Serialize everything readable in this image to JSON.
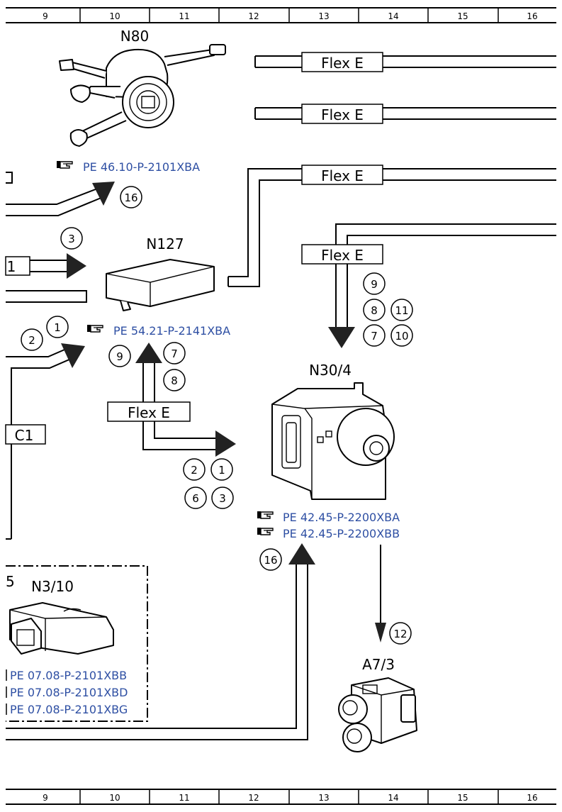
{
  "ruler": {
    "top": [
      "9",
      "10",
      "11",
      "12",
      "13",
      "14",
      "15",
      "16"
    ],
    "bottom": [
      "9",
      "10",
      "11",
      "12",
      "13",
      "14",
      "15",
      "16"
    ]
  },
  "components": {
    "n80": "N80",
    "n127": "N127",
    "n30_4": "N30/4",
    "n3_10": "N3/10",
    "a7_3": "A7/3"
  },
  "partial_labels": {
    "left_1": "1",
    "left_c1": "C1",
    "left_5": "5"
  },
  "flex_labels": {
    "flex1": "Flex E",
    "flex2": "Flex E",
    "flex3": "Flex E",
    "flex4": "Flex E",
    "flex5": "Flex E"
  },
  "refs": {
    "n80": "PE 46.10-P-2101XBA",
    "n127": "PE 54.21-P-2141XBA",
    "n30_4_a": "PE 42.45-P-2200XBA",
    "n30_4_b": "PE 42.45-P-2200XBB",
    "n3_10_a": "PE 07.08-P-2101XBB",
    "n3_10_b": "PE 07.08-P-2101XBD",
    "n3_10_c": "PE 07.08-P-2101XBG"
  },
  "numbers": {
    "c16_top": "16",
    "c3": "3",
    "c2_left": "2",
    "c1_left": "1",
    "c9_mid": "9",
    "c7_mid": "7",
    "c8_mid": "8",
    "c9_right": "9",
    "c8_right": "8",
    "c11_right": "11",
    "c7_right": "7",
    "c10_right": "10",
    "c2_low": "2",
    "c1_low": "1",
    "c6_low": "6",
    "c3_low": "3",
    "c16_low": "16",
    "c12": "12"
  },
  "colors": {
    "reference_blue": "#2e4fa3",
    "line": "#000000"
  }
}
